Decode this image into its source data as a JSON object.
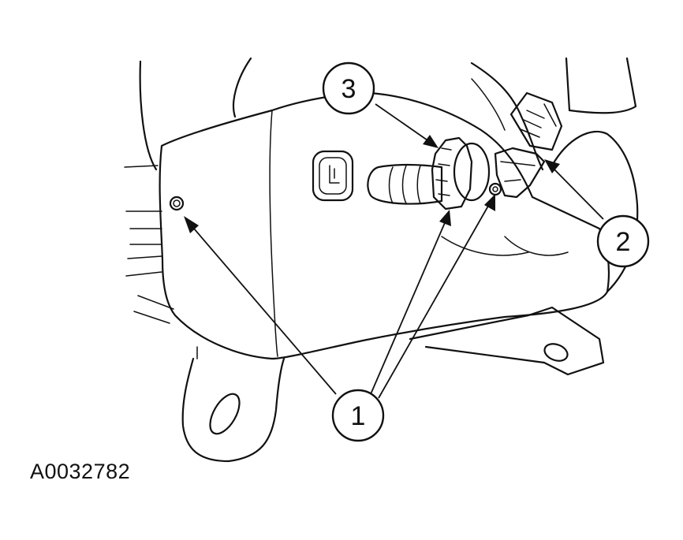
{
  "callouts": [
    {
      "id": "callout-1",
      "label": "1"
    },
    {
      "id": "callout-2",
      "label": "2"
    },
    {
      "id": "callout-3",
      "label": "3"
    }
  ],
  "figure_id": "A0032782"
}
